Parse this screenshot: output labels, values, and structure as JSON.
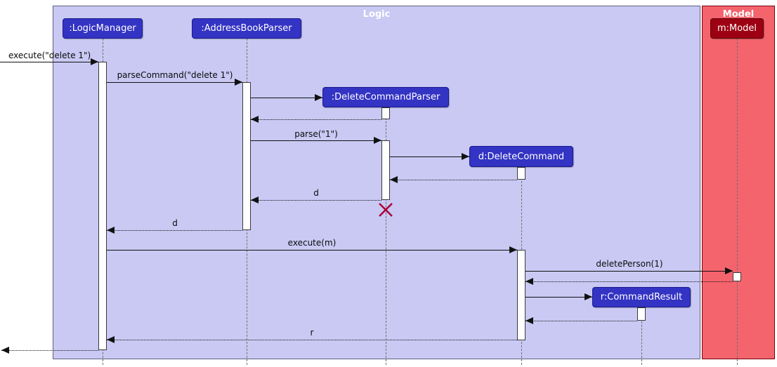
{
  "frames": {
    "logic": {
      "label": "Logic"
    },
    "model": {
      "label": "Model"
    }
  },
  "participants": {
    "logic_manager": {
      "label": ":LogicManager"
    },
    "address_book_parser": {
      "label": ":AddressBookParser"
    },
    "delete_command_parser": {
      "label": ":DeleteCommandParser"
    },
    "delete_command": {
      "label": "d:DeleteCommand"
    },
    "command_result": {
      "label": "r:CommandResult"
    },
    "model": {
      "label": "m:Model"
    }
  },
  "messages": {
    "execute_delete": {
      "label": "execute(\"delete 1\")"
    },
    "parse_command": {
      "label": "parseCommand(\"delete 1\")"
    },
    "parse_one": {
      "label": "parse(\"1\")"
    },
    "return_d_parser": {
      "label": "d"
    },
    "return_d_logic": {
      "label": "d"
    },
    "execute_m": {
      "label": "execute(m)"
    },
    "delete_person": {
      "label": "deletePerson(1)"
    },
    "return_r": {
      "label": "r"
    }
  },
  "colors": {
    "logic_frame_bg": "#C9C9F4",
    "logic_frame_border": "#5F5F82",
    "model_frame_bg": "#F4646C",
    "model_frame_border": "#7A000F",
    "participant_bg": "#3333C4",
    "participant_border": "#1A1A8C",
    "model_participant_bg": "#9D0012",
    "model_participant_border": "#5C000A",
    "destroy_x": "#A80036",
    "msg_color": "#111111",
    "lifeline_color": "#6E6E6E"
  }
}
